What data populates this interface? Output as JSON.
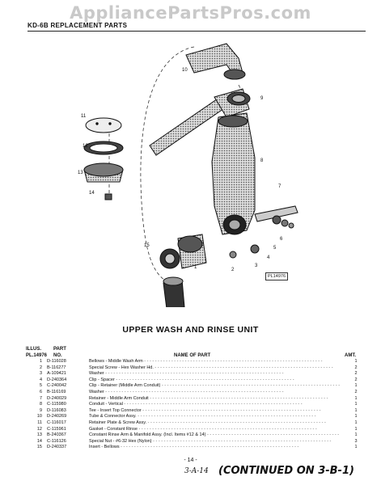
{
  "watermark": "AppliancePartsPros.com",
  "header": "KD-6B REPLACEMENT PARTS",
  "diagram": {
    "tag": "PL14976",
    "callouts": [
      "1",
      "2",
      "3",
      "4",
      "5",
      "6",
      "7",
      "8",
      "9",
      "10",
      "11",
      "12",
      "13",
      "14",
      "15"
    ]
  },
  "section_title": "UPPER WASH AND RINSE UNIT",
  "parts_table": {
    "headers": {
      "illus": "ILLUS.",
      "illus_sub": "PL.14976",
      "part": "PART",
      "part_sub": "NO.",
      "name": "NAME OF PART",
      "amt": "AMT."
    },
    "rows": [
      {
        "illus": "1",
        "part_no": "D-116028",
        "name": "Bellows - Middle Wash Arm",
        "amt": "1"
      },
      {
        "illus": "2",
        "part_no": "B-116277",
        "name": "Special Screw - Hex Washer Hd.",
        "amt": "2"
      },
      {
        "illus": "3",
        "part_no": "A-109421",
        "name": "Washer",
        "amt": "2"
      },
      {
        "illus": "4",
        "part_no": "D-240364",
        "name": "Clip - Spacer",
        "amt": "2"
      },
      {
        "illus": "5",
        "part_no": "C-240042",
        "name": "Clip - Retainer (Middle Arm Conduit)",
        "amt": "1"
      },
      {
        "illus": "6",
        "part_no": "B-116169",
        "name": "Washer",
        "amt": "2"
      },
      {
        "illus": "7",
        "part_no": "D-240029",
        "name": "Retainer - Middle Arm Conduit",
        "amt": "1"
      },
      {
        "illus": "8",
        "part_no": "C-115980",
        "name": "Conduit - Vertical",
        "amt": "1"
      },
      {
        "illus": "9",
        "part_no": "D-116083",
        "name": "Tee - Insert Top Connector",
        "amt": "1"
      },
      {
        "illus": "10",
        "part_no": "D-240269",
        "name": "Tube & Connector Assy.",
        "amt": "1"
      },
      {
        "illus": "11",
        "part_no": "C-116017",
        "name": "Retainer Plate & Screw Assy.",
        "amt": "1"
      },
      {
        "illus": "12",
        "part_no": "C-115961",
        "name": "Gasket - Constant Rinse",
        "amt": "1"
      },
      {
        "illus": "13",
        "part_no": "B-240367",
        "name": "Constant Rinse Arm & Manifold Assy. (Incl. Items #12 & 14)",
        "amt": "1"
      },
      {
        "illus": "14",
        "part_no": "C-116126",
        "name": "Special Nut - #6-32 Hex (Nylon)",
        "amt": "3"
      },
      {
        "illus": "15",
        "part_no": "D-240337",
        "name": "Insert - Bellows",
        "amt": "1"
      }
    ]
  },
  "page_number": "- 14 -",
  "footer_code": "3-A-14",
  "footer_continued": "(CONTINUED ON 3-B-1)"
}
